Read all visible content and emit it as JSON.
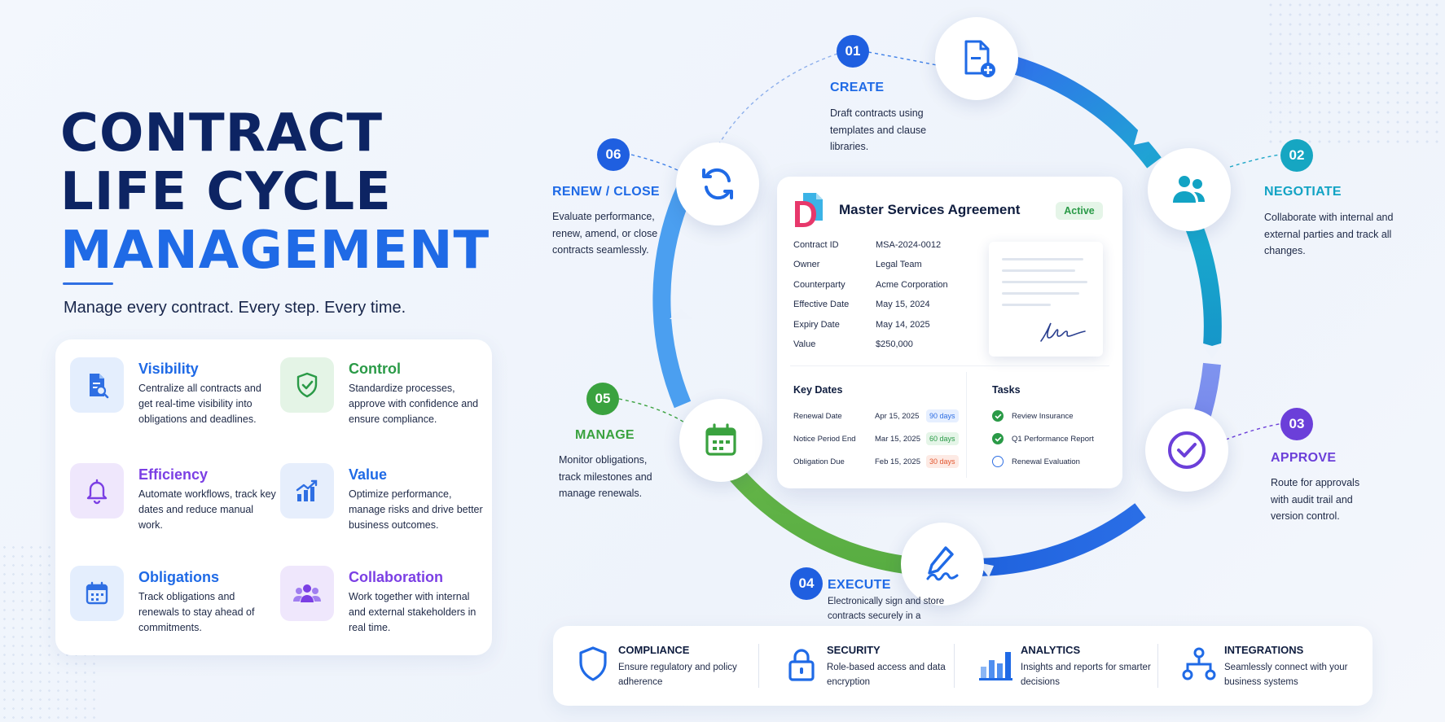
{
  "hero": {
    "title_line1": "CONTRACT",
    "title_line2": "LIFE CYCLE",
    "title_line3": "MANAGEMENT",
    "subtitle": "Manage every contract. Every step. Every time."
  },
  "benefits": [
    {
      "title": "Visibility",
      "desc": "Centralize all contracts and get real-time visibility into obligations and deadlines.",
      "icon": "document-search-icon",
      "color": "#1f6ae6"
    },
    {
      "title": "Control",
      "desc": "Standardize processes, approve with confidence and ensure compliance.",
      "icon": "shield-check-icon",
      "color": "#2a9a47"
    },
    {
      "title": "Efficiency",
      "desc": "Automate workflows, track key dates and reduce manual work.",
      "icon": "bell-icon",
      "color": "#7b3fe4"
    },
    {
      "title": "Value",
      "desc": "Optimize performance, manage risks and drive better business outcomes.",
      "icon": "growth-chart-icon",
      "color": "#1f6ae6"
    },
    {
      "title": "Obligations",
      "desc": "Track obligations and renewals to stay ahead of commitments.",
      "icon": "calendar-icon",
      "color": "#1f6ae6"
    },
    {
      "title": "Collaboration",
      "desc": "Work together with internal and external stakeholders in real time.",
      "icon": "people-icon",
      "color": "#7b3fe4"
    }
  ],
  "steps": [
    {
      "num": "01",
      "title": "CREATE",
      "desc": "Draft contracts using templates and clause libraries.",
      "icon": "document-add-icon",
      "color": "#1f6ae6"
    },
    {
      "num": "02",
      "title": "NEGOTIATE",
      "desc": "Collaborate with internal and external parties and track all changes.",
      "icon": "people-icon",
      "color": "#12a3c4"
    },
    {
      "num": "03",
      "title": "APPROVE",
      "desc": "Route for approvals with audit trail and version control.",
      "icon": "check-circle-icon",
      "color": "#6b3fd9"
    },
    {
      "num": "04",
      "title": "EXECUTE",
      "desc": "Electronically sign and store contracts securely in a centralized repository.",
      "icon": "pen-signature-icon",
      "color": "#1f6ae6"
    },
    {
      "num": "05",
      "title": "MANAGE",
      "desc": "Monitor obligations, track milestones and manage renewals.",
      "icon": "calendar-icon",
      "color": "#3aa23f"
    },
    {
      "num": "06",
      "title": "RENEW / CLOSE",
      "desc": "Evaluate performance, renew, amend, or close contracts seamlessly.",
      "icon": "refresh-icon",
      "color": "#1f6ae6"
    }
  ],
  "contract": {
    "title": "Master Services Agreement",
    "status": "Active",
    "fields": [
      {
        "label": "Contract ID",
        "value": "MSA-2024-0012"
      },
      {
        "label": "Owner",
        "value": "Legal Team"
      },
      {
        "label": "Counterparty",
        "value": "Acme Corporation"
      },
      {
        "label": "Effective Date",
        "value": "May 15, 2024"
      },
      {
        "label": "Expiry Date",
        "value": "May 14, 2025"
      },
      {
        "label": "Value",
        "value": "$250,000"
      }
    ],
    "key_dates_title": "Key Dates",
    "key_dates": [
      {
        "label": "Renewal Date",
        "date": "Apr 15, 2025",
        "days": "90 days",
        "color": "#2f6fe3",
        "bg": "#e6efff"
      },
      {
        "label": "Notice Period End",
        "date": "Mar 15, 2025",
        "days": "60 days",
        "color": "#2a9a47",
        "bg": "#e5f5e8"
      },
      {
        "label": "Obligation Due",
        "date": "Feb 15, 2025",
        "days": "30 days",
        "color": "#e2562f",
        "bg": "#fdeae4"
      }
    ],
    "tasks_title": "Tasks",
    "tasks": [
      {
        "label": "Review Insurance",
        "done": true
      },
      {
        "label": "Q1 Performance Report",
        "done": true
      },
      {
        "label": "Renewal Evaluation",
        "done": false
      }
    ]
  },
  "features": [
    {
      "title": "COMPLIANCE",
      "desc": "Ensure regulatory and policy adherence",
      "icon": "shield-icon"
    },
    {
      "title": "SECURITY",
      "desc": "Role-based access and data encryption",
      "icon": "lock-icon"
    },
    {
      "title": "ANALYTICS",
      "desc": "Insights and reports for smarter decisions",
      "icon": "bar-chart-icon"
    },
    {
      "title": "INTEGRATIONS",
      "desc": "Seamlessly connect with your business systems",
      "icon": "network-icon"
    }
  ]
}
